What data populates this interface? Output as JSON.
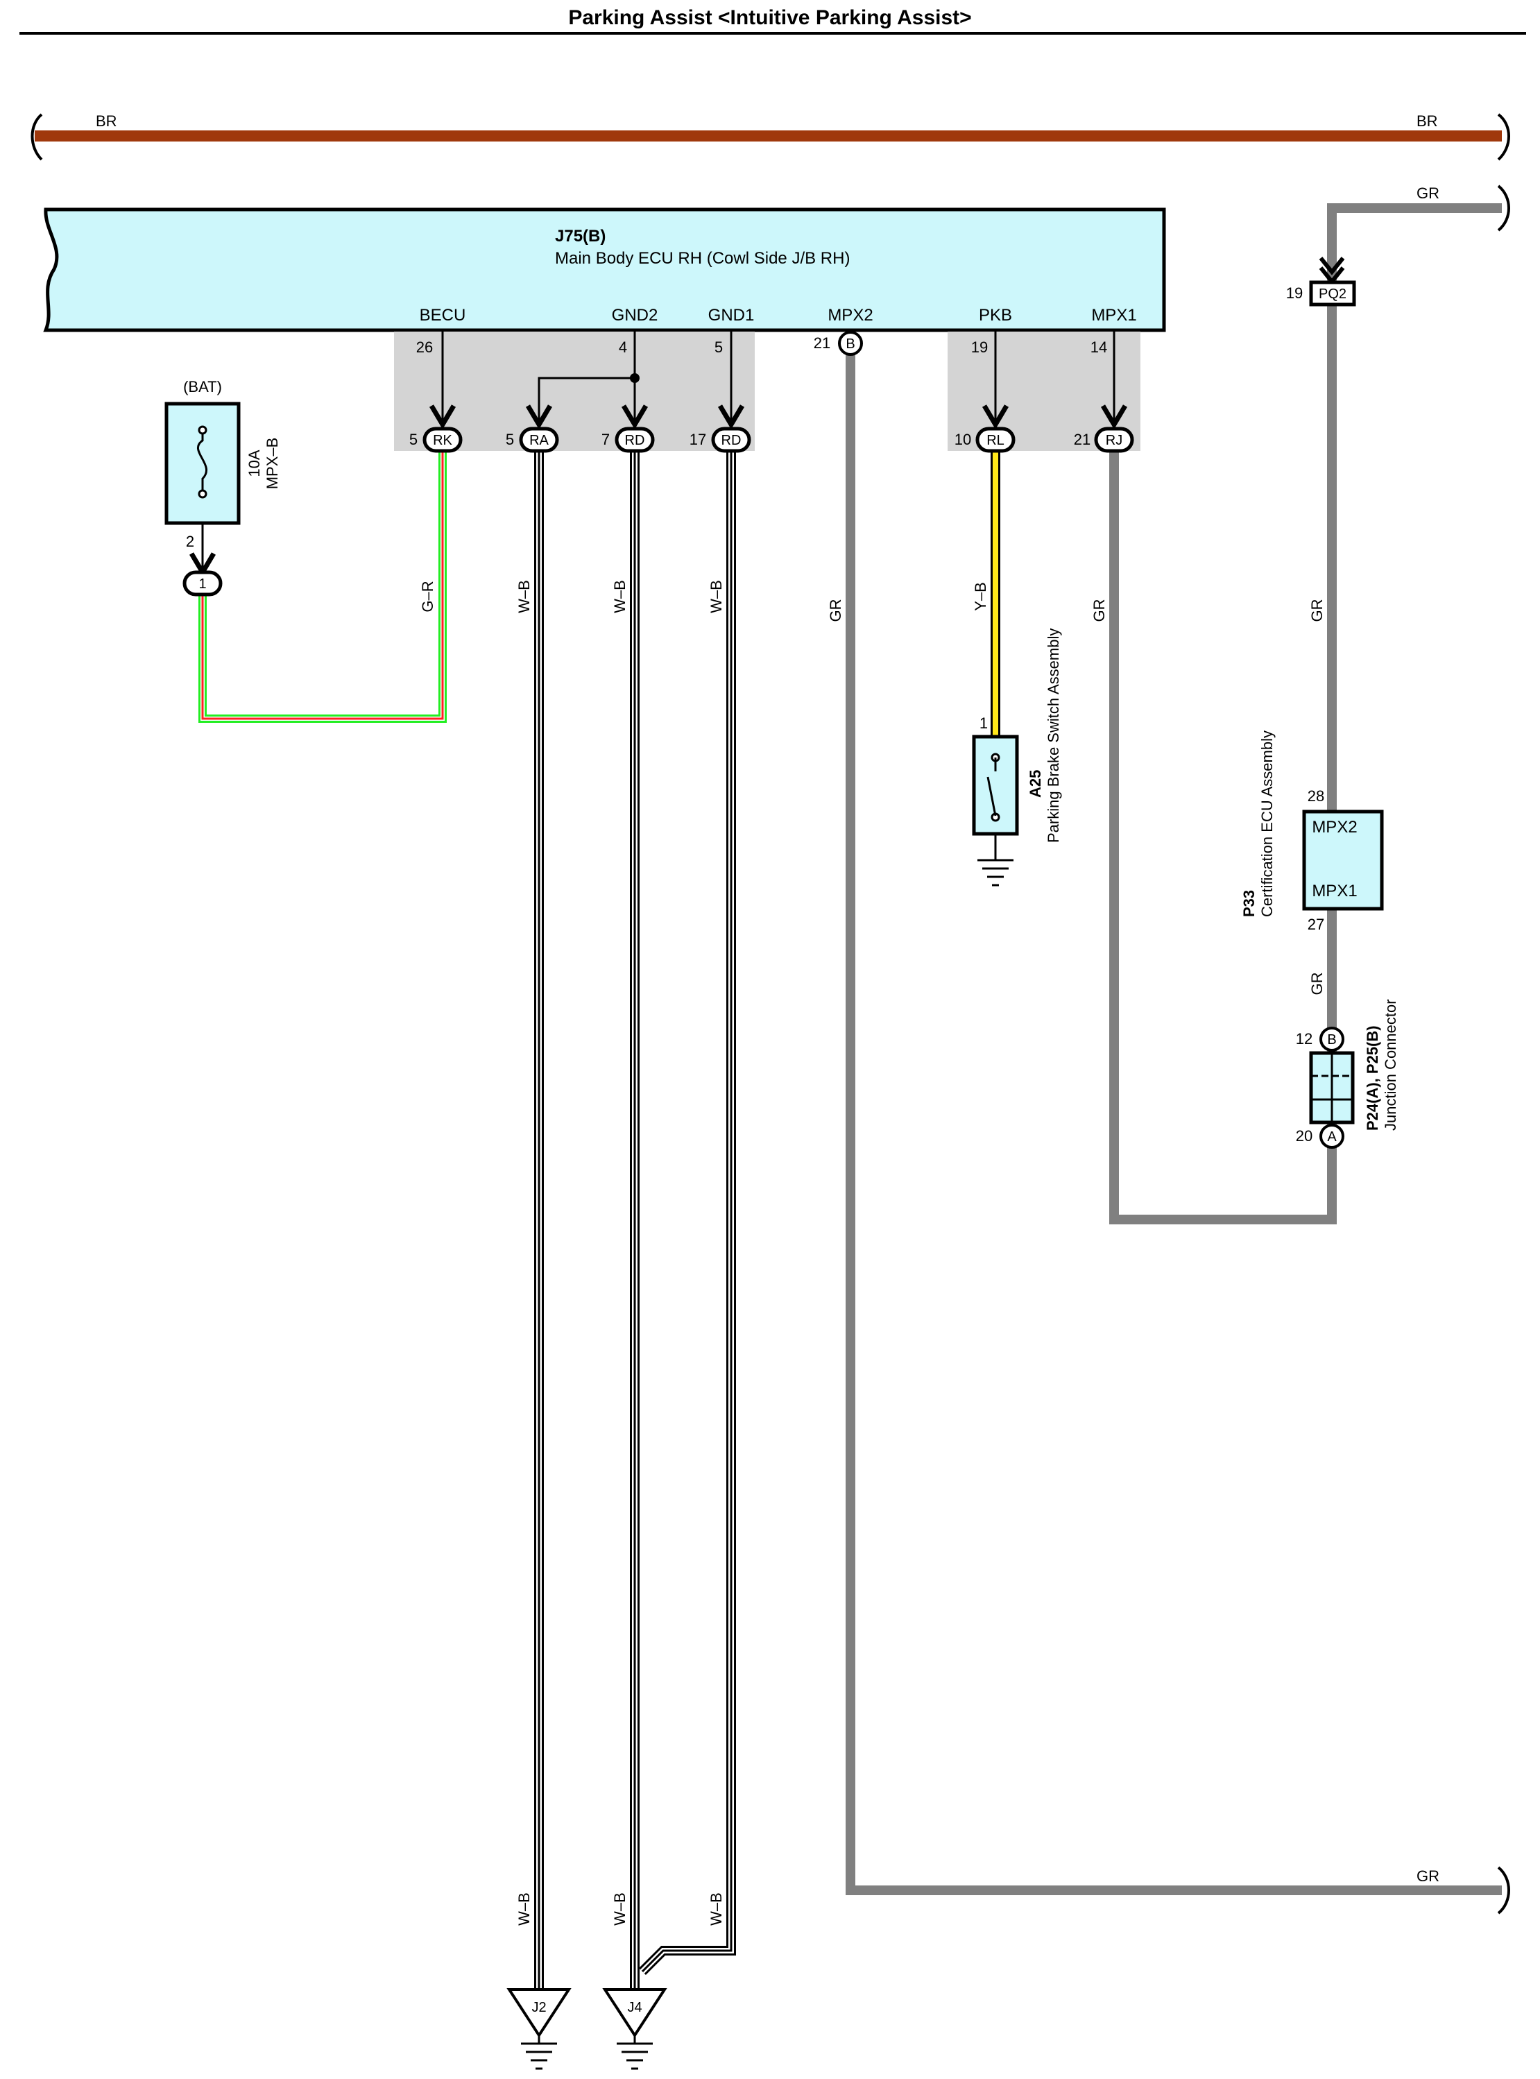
{
  "title": "Parking Assist <Intuitive Parking Assist>",
  "colors": {
    "br": "#a0380c",
    "gr": "#808080",
    "ecu_fill": "#cdf7fb",
    "shade": "#d4d4d4",
    "green": "#22ee22",
    "red": "#ff2222",
    "yellow": "#ffe81a"
  },
  "wire_labels": {
    "br": "BR",
    "gr": "GR",
    "g_r": "G–R",
    "w_b": "W–B",
    "y_b": "Y–B"
  },
  "ecu": {
    "code": "J75(B)",
    "name": "Main Body ECU RH (Cowl Side J/B RH)",
    "terminals": [
      {
        "name": "BECU",
        "pin": "26"
      },
      {
        "name": "GND2",
        "pin": "4"
      },
      {
        "name": "GND1",
        "pin": "5"
      },
      {
        "name": "MPX2",
        "pin": "21",
        "connector": "B"
      },
      {
        "name": "PKB",
        "pin": "19"
      },
      {
        "name": "MPX1",
        "pin": "14"
      }
    ]
  },
  "junction_connectors": [
    {
      "code": "RK",
      "pin": "5"
    },
    {
      "code": "RA",
      "pin": "5"
    },
    {
      "code": "RD",
      "pin": "7"
    },
    {
      "code": "RD",
      "pin": "17"
    },
    {
      "code": "RL",
      "pin": "10"
    },
    {
      "code": "RJ",
      "pin": "21"
    }
  ],
  "fuse": {
    "source": "(BAT)",
    "rating": "10A",
    "name": "MPX–B",
    "pin": "2",
    "connector": "1"
  },
  "parking_brake_switch": {
    "code": "A25",
    "name": "Parking Brake Switch Assembly",
    "pin": "1"
  },
  "certification_ecu": {
    "code": "P33",
    "name": "Certification ECU Assembly",
    "term_top": "MPX2",
    "pin_top": "28",
    "term_bottom": "MPX1",
    "pin_bottom": "27"
  },
  "pq2": {
    "code": "PQ2",
    "pin": "19"
  },
  "junction_connector": {
    "code": "P24(A), P25(B)",
    "name": "Junction Connector",
    "pin_b": "12",
    "conn_b": "B",
    "pin_a": "20",
    "conn_a": "A"
  },
  "grounds": [
    "J2",
    "J4"
  ]
}
